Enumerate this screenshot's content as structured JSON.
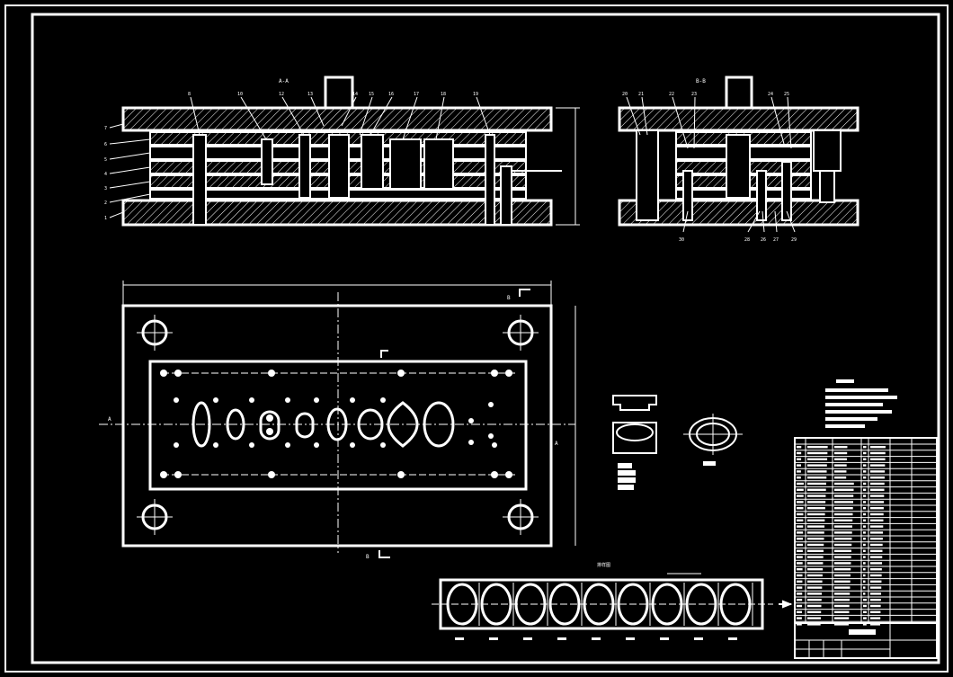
{
  "views": {
    "section_aa_title": "A-A",
    "section_bb_title": "B-B",
    "front_callouts": [
      "7",
      "6",
      "5",
      "4",
      "3",
      "2",
      "1"
    ],
    "top_callouts": [
      "8",
      "10",
      "12",
      "13",
      "14",
      "15",
      "16",
      "17",
      "18",
      "19"
    ],
    "bb_top_callouts": [
      "20",
      "21",
      "22",
      "23",
      "24",
      "25"
    ],
    "bb_bottom_callouts": [
      "30",
      "28",
      "26",
      "27",
      "29"
    ],
    "section_marks": {
      "a_left": "A",
      "a_right": "A",
      "b_top": "B",
      "b_bottom": "B"
    },
    "strip_title": "排样图"
  },
  "colors": {
    "background": "#000000",
    "line": "#ffffff"
  }
}
